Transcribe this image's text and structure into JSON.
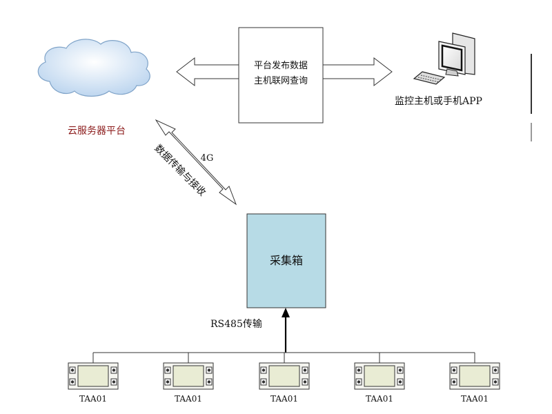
{
  "cloud": {
    "label": "云服务器平台"
  },
  "platform_box": {
    "line1": "平台发布数据",
    "line2": "主机联网查询"
  },
  "monitor": {
    "label": "监控主机或手机APP"
  },
  "link": {
    "text": "数据传输与接收",
    "protocol": "4G"
  },
  "collector": {
    "label": "采集箱"
  },
  "bus": {
    "label": "RS485传输"
  },
  "devices": [
    {
      "label": "TAA01"
    },
    {
      "label": "TAA01"
    },
    {
      "label": "TAA01"
    },
    {
      "label": "TAA01"
    },
    {
      "label": "TAA01"
    }
  ],
  "colors": {
    "cloud_fill": "#cfe1f3",
    "cloud_text": "#8b1a1a",
    "collector_fill": "#b7dbe6",
    "device_fill": "#e9ecd4"
  }
}
